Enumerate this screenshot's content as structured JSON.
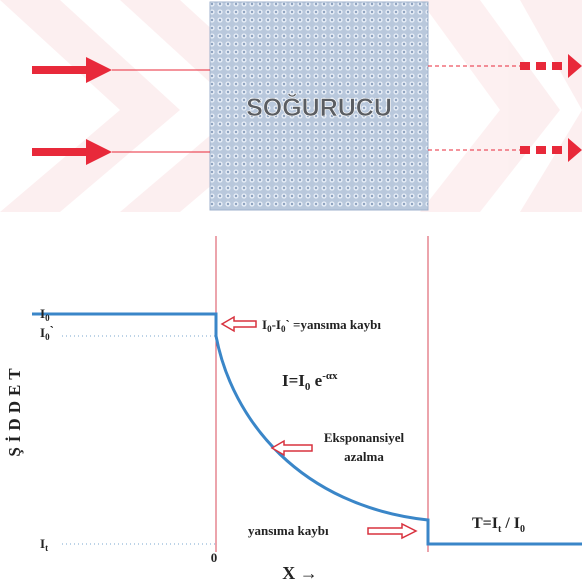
{
  "absorber": {
    "label": "SOĞURUCU"
  },
  "colors": {
    "absorber_fill": "#b9c8dc",
    "absorber_text": "#5a5d62",
    "arrow_red": "#e8293a",
    "background_band": "#fbe3e5",
    "curve_blue": "#3a86c8",
    "divider_red": "#d84a5a"
  },
  "graph": {
    "y_axis_title": "ŞİDDET",
    "x_axis_label": "X →",
    "ticks": {
      "I0": "I",
      "I0_sub": "0",
      "I0p": "I",
      "I0p_sub": "0",
      "I0p_prime": "`",
      "It": "I",
      "It_sub": "t",
      "x0": "0"
    },
    "annotations": {
      "reflection_loss_top": {
        "formula_I": "I",
        "formula_sub1": "0",
        "formula_minus": "-I",
        "formula_sub2": "0",
        "formula_tail": "` =yansıma kaybı"
      },
      "equation": {
        "I_eq": "I=I",
        "sub": "0",
        "e": " e",
        "exp": "-αx"
      },
      "exponential_decay": {
        "line1": "Eksponansiyel",
        "line2": "azalma"
      },
      "reflection_loss_bottom": "yansıma kaybı",
      "transmittance": {
        "T_eq": "T=I",
        "sub_t": "t",
        "slash": " / I",
        "sub_0": "0"
      }
    }
  }
}
